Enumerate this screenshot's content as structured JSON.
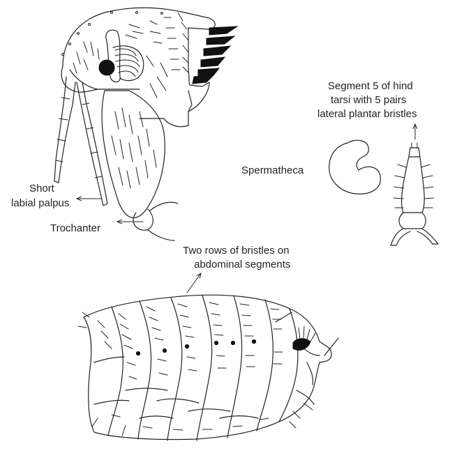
{
  "labels": {
    "short_labial_palpus_1": "Short",
    "short_labial_palpus_2": "labial palpus",
    "trochanter": "Trochanter",
    "segment5_1": "Segment 5 of hind",
    "segment5_2": "tarsi with 5 pairs",
    "segment5_3": "lateral plantar bristles",
    "spermatheca": "Spermatheca",
    "two_rows_1": "Two rows of bristles on",
    "two_rows_2": "abdominal segments"
  },
  "colors": {
    "ink": "#222222",
    "fill_dark": "#111111",
    "background": "#ffffff"
  }
}
